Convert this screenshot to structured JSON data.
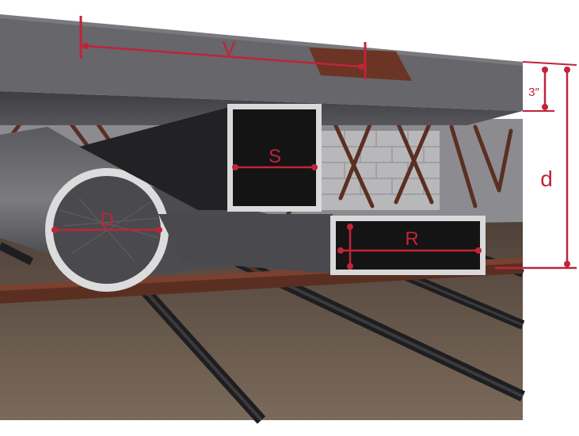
{
  "labels": {
    "v": "V",
    "s": "S",
    "d_small": "D",
    "r": "R",
    "d_large": "d",
    "thickness": "3″"
  },
  "colors": {
    "dimension": "#c0243a",
    "slab": "#67666a",
    "slab_dark": "#4a4a4d",
    "floor": "#6e5a4a",
    "joist": "#5a2f22",
    "duct_outline": "#d9d9d9"
  },
  "icons": {
    "pipe": "round-duct",
    "square_duct": "square-duct",
    "rect_duct": "rectangular-duct",
    "opening": "slab-opening"
  }
}
